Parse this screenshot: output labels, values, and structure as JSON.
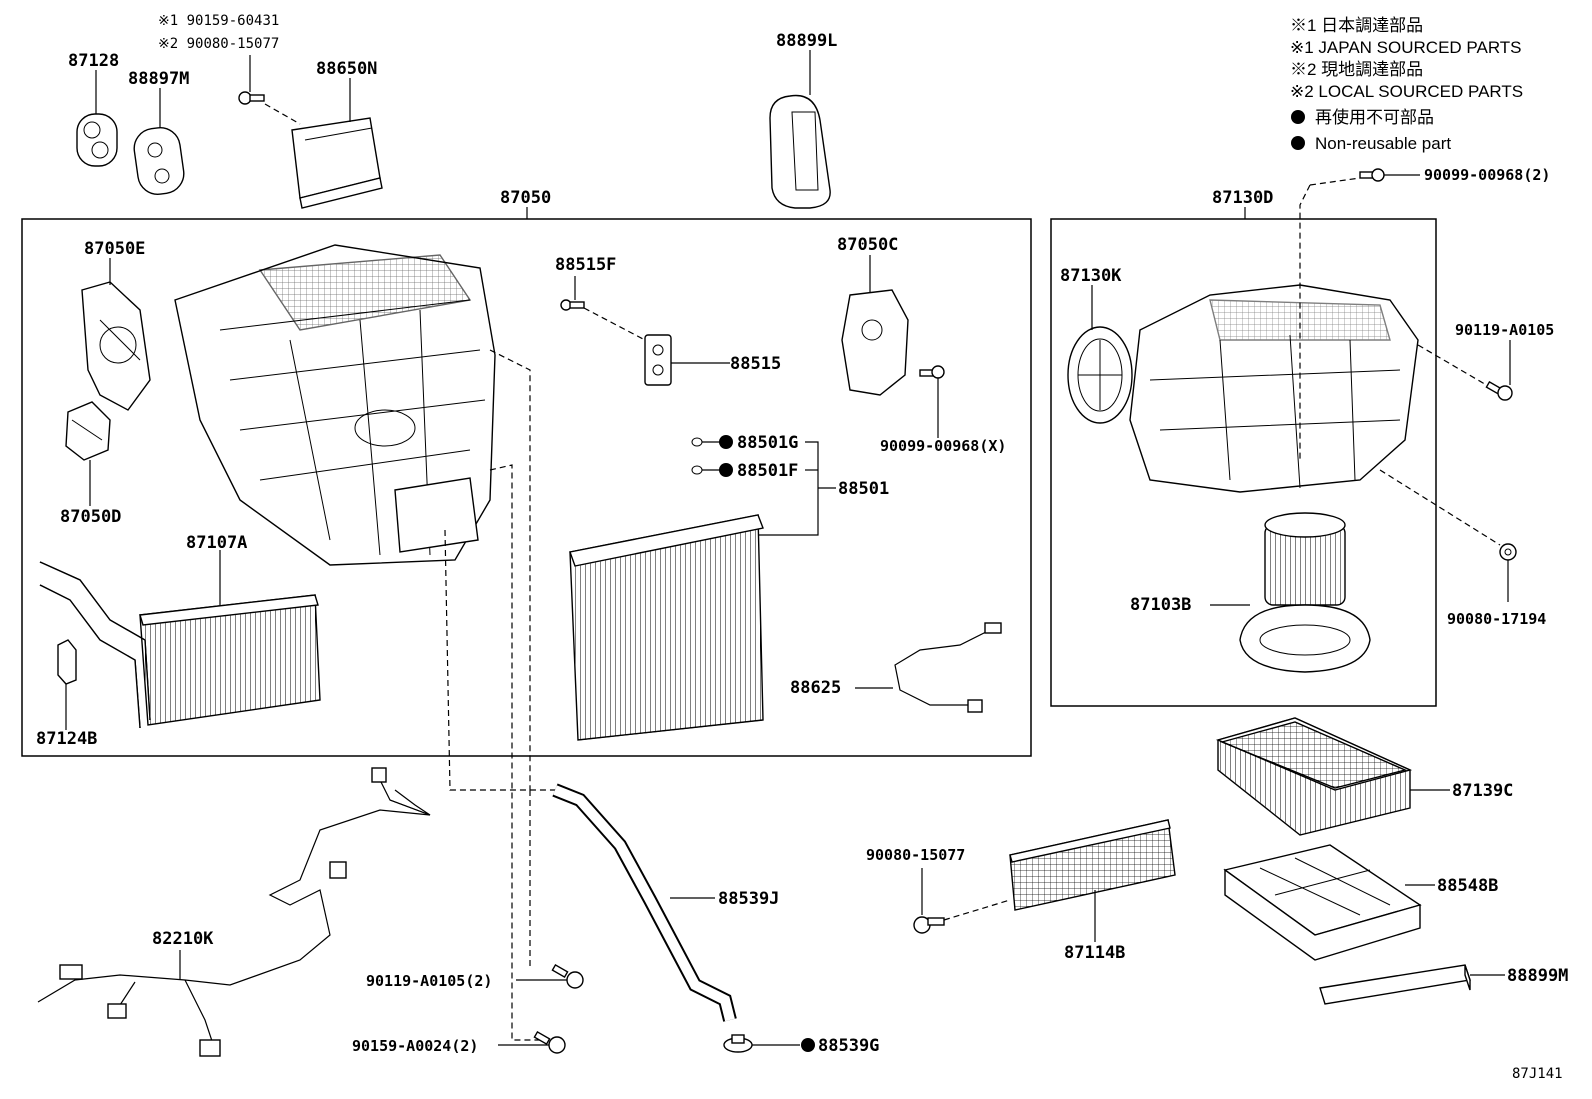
{
  "legend": {
    "line1": "※1 日本調達部品",
    "line2": "※1 JAPAN SOURCED PARTS",
    "line3": "※2 現地調達部品",
    "line4": "※2 LOCAL SOURCED PARTS",
    "line5": "再使用不可部品",
    "line6": "Non-reusable part"
  },
  "notes": {
    "n1": "※1 90159-60431",
    "n2": "※2 90080-15077"
  },
  "labels": {
    "p87128": "87128",
    "p88897M": "88897M",
    "p88650N": "88650N",
    "p88899L": "88899L",
    "p87050": "87050",
    "p87050E": "87050E",
    "p88515F": "88515F",
    "p87050C": "87050C",
    "p88515": "88515",
    "p90099_X": "90099-00968(X)",
    "p88501G": "88501G",
    "p88501F": "88501F",
    "p88501": "88501",
    "p87050D": "87050D",
    "p87107A": "87107A",
    "p87124B": "87124B",
    "p88625": "88625",
    "p87130D": "87130D",
    "p90099_2": "90099-00968(2)",
    "p87130K": "87130K",
    "p90119_A0105": "90119-A0105",
    "p87103B": "87103B",
    "p90080_17194": "90080-17194",
    "p87139C": "87139C",
    "p90080_15077": "90080-15077",
    "p88548B": "88548B",
    "p87114B": "87114B",
    "p88899M": "88899M",
    "p82210K": "82210K",
    "p88539J": "88539J",
    "p90119_2": "90119-A0105(2)",
    "p90159_2": "90159-A0024(2)",
    "p88539G": "88539G",
    "p87J141": "87J141"
  }
}
